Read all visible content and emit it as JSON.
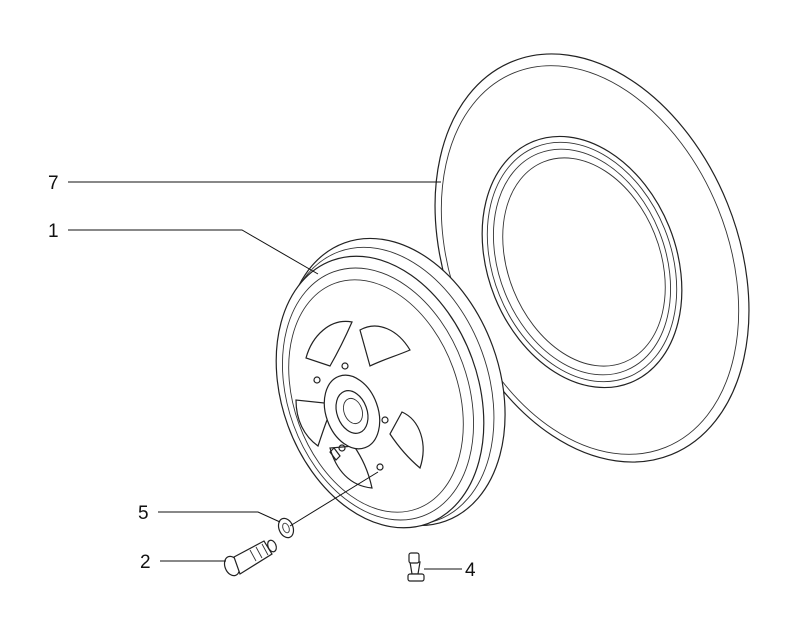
{
  "diagram": {
    "callouts": [
      {
        "id": "7",
        "label": "7",
        "part": "tyre"
      },
      {
        "id": "1",
        "label": "1",
        "part": "wheel-rim"
      },
      {
        "id": "5",
        "label": "5",
        "part": "washer"
      },
      {
        "id": "2",
        "label": "2",
        "part": "bolt"
      },
      {
        "id": "4",
        "label": "4",
        "part": "valve"
      }
    ],
    "colors": {
      "line": "#222222",
      "background": "#ffffff"
    }
  }
}
